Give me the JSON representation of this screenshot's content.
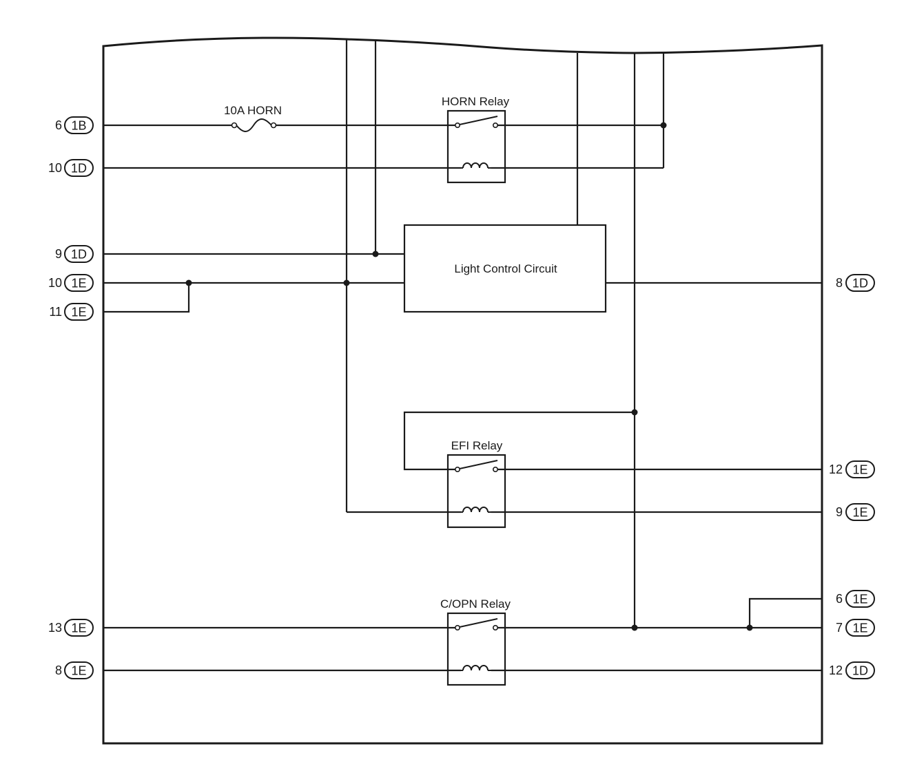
{
  "components": {
    "fuse_label": "10A HORN",
    "horn_relay_label": "HORN Relay",
    "light_control_label": "Light Control Circuit",
    "efi_relay_label": "EFI Relay",
    "copn_relay_label": "C/OPN Relay"
  },
  "left_terminals": [
    {
      "pin": "6",
      "connector": "1B"
    },
    {
      "pin": "10",
      "connector": "1D"
    },
    {
      "pin": "9",
      "connector": "1D"
    },
    {
      "pin": "10",
      "connector": "1E"
    },
    {
      "pin": "11",
      "connector": "1E"
    },
    {
      "pin": "13",
      "connector": "1E"
    },
    {
      "pin": "8",
      "connector": "1E"
    }
  ],
  "right_terminals": [
    {
      "pin": "8",
      "connector": "1D"
    },
    {
      "pin": "12",
      "connector": "1E"
    },
    {
      "pin": "9",
      "connector": "1E"
    },
    {
      "pin": "6",
      "connector": "1E"
    },
    {
      "pin": "7",
      "connector": "1E"
    },
    {
      "pin": "12",
      "connector": "1D"
    }
  ]
}
